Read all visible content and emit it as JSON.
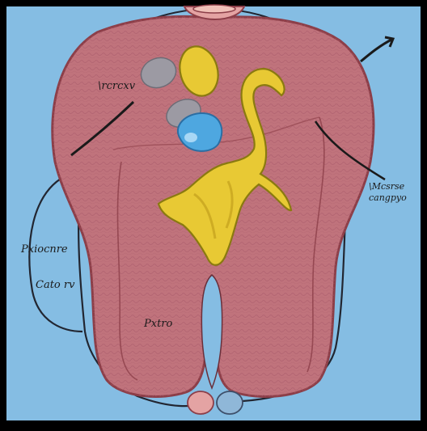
{
  "figure": {
    "colors": {
      "frame": "#000000",
      "background": "#85bde3",
      "organ_fill": "#c0737c",
      "organ_edge": "#8c3e48",
      "organ_texture": "#a8596a",
      "yellow_structure": "#e8c934",
      "yellow_edge": "#8a7a10",
      "blue_lobe": "#4ea7e0",
      "grey_lobe": "#9c9aa3",
      "outline": "#222631"
    },
    "labels": [
      {
        "id": "upper-left",
        "text": "\\rcrcxv"
      },
      {
        "id": "right",
        "text_line1": "\\Mcsrse",
        "text_line2": "cangpyo"
      },
      {
        "id": "left-upper",
        "text": "Pxiocnre"
      },
      {
        "id": "left-lower",
        "text": "Cato rv"
      },
      {
        "id": "lower-center",
        "text": "Pxtro"
      }
    ],
    "arrows": [
      {
        "id": "pointer-upper-left",
        "icon": "curved-pointer"
      },
      {
        "id": "pointer-top-right",
        "icon": "arrow-up-right"
      },
      {
        "id": "pointer-right",
        "icon": "curved-pointer"
      }
    ]
  }
}
